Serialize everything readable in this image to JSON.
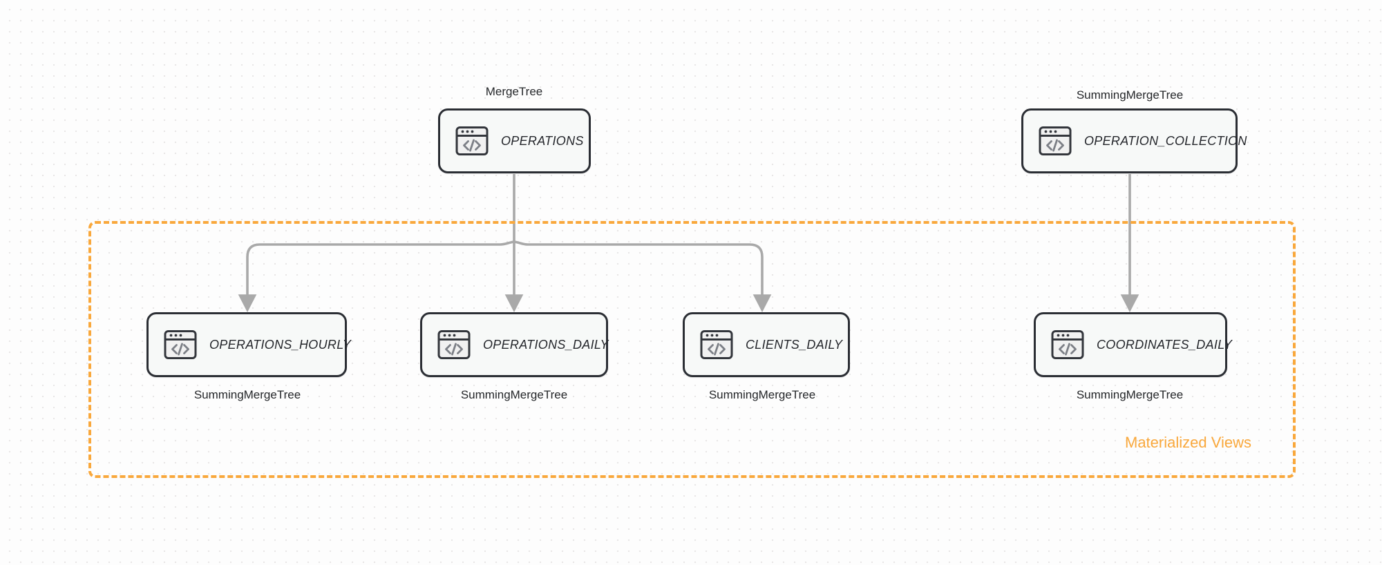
{
  "diagram": {
    "title": "ClickHouse table and materialized view topology",
    "background_color": "#fdfdfd",
    "accent_color": "#f9a83c",
    "node_border_color": "#2b2e34",
    "node_fill_color": "#f7f9f8",
    "edge_color": "#a9a9a9"
  },
  "group": {
    "label": "Materialized Views",
    "color": "#f9a83c",
    "style": "dashed"
  },
  "nodes": [
    {
      "id": "operations",
      "name": "OPERATIONS",
      "engine": "MergeTree",
      "engine_position": "above",
      "icon": "code-window-icon",
      "in_group": false
    },
    {
      "id": "operation_collection",
      "name": "OPERATION_COLLECTION",
      "engine": "SummingMergeTree",
      "engine_position": "above",
      "icon": "code-window-icon",
      "in_group": false
    },
    {
      "id": "operations_hourly",
      "name": "OPERATIONS_HOURLY",
      "engine": "SummingMergeTree",
      "engine_position": "below",
      "icon": "code-window-icon",
      "in_group": true
    },
    {
      "id": "operations_daily",
      "name": "OPERATIONS_DAILY",
      "engine": "SummingMergeTree",
      "engine_position": "below",
      "icon": "code-window-icon",
      "in_group": true
    },
    {
      "id": "clients_daily",
      "name": "CLIENTS_DAILY",
      "engine": "SummingMergeTree",
      "engine_position": "below",
      "icon": "code-window-icon",
      "in_group": true
    },
    {
      "id": "coordinates_daily",
      "name": "COORDINATES_DAILY",
      "engine": "SummingMergeTree",
      "engine_position": "below",
      "icon": "code-window-icon",
      "in_group": true
    }
  ],
  "edges": [
    {
      "from": "operations",
      "to": "operations_hourly",
      "arrow": "end"
    },
    {
      "from": "operations",
      "to": "operations_daily",
      "arrow": "end"
    },
    {
      "from": "operations",
      "to": "clients_daily",
      "arrow": "end"
    },
    {
      "from": "operation_collection",
      "to": "coordinates_daily",
      "arrow": "end"
    }
  ]
}
